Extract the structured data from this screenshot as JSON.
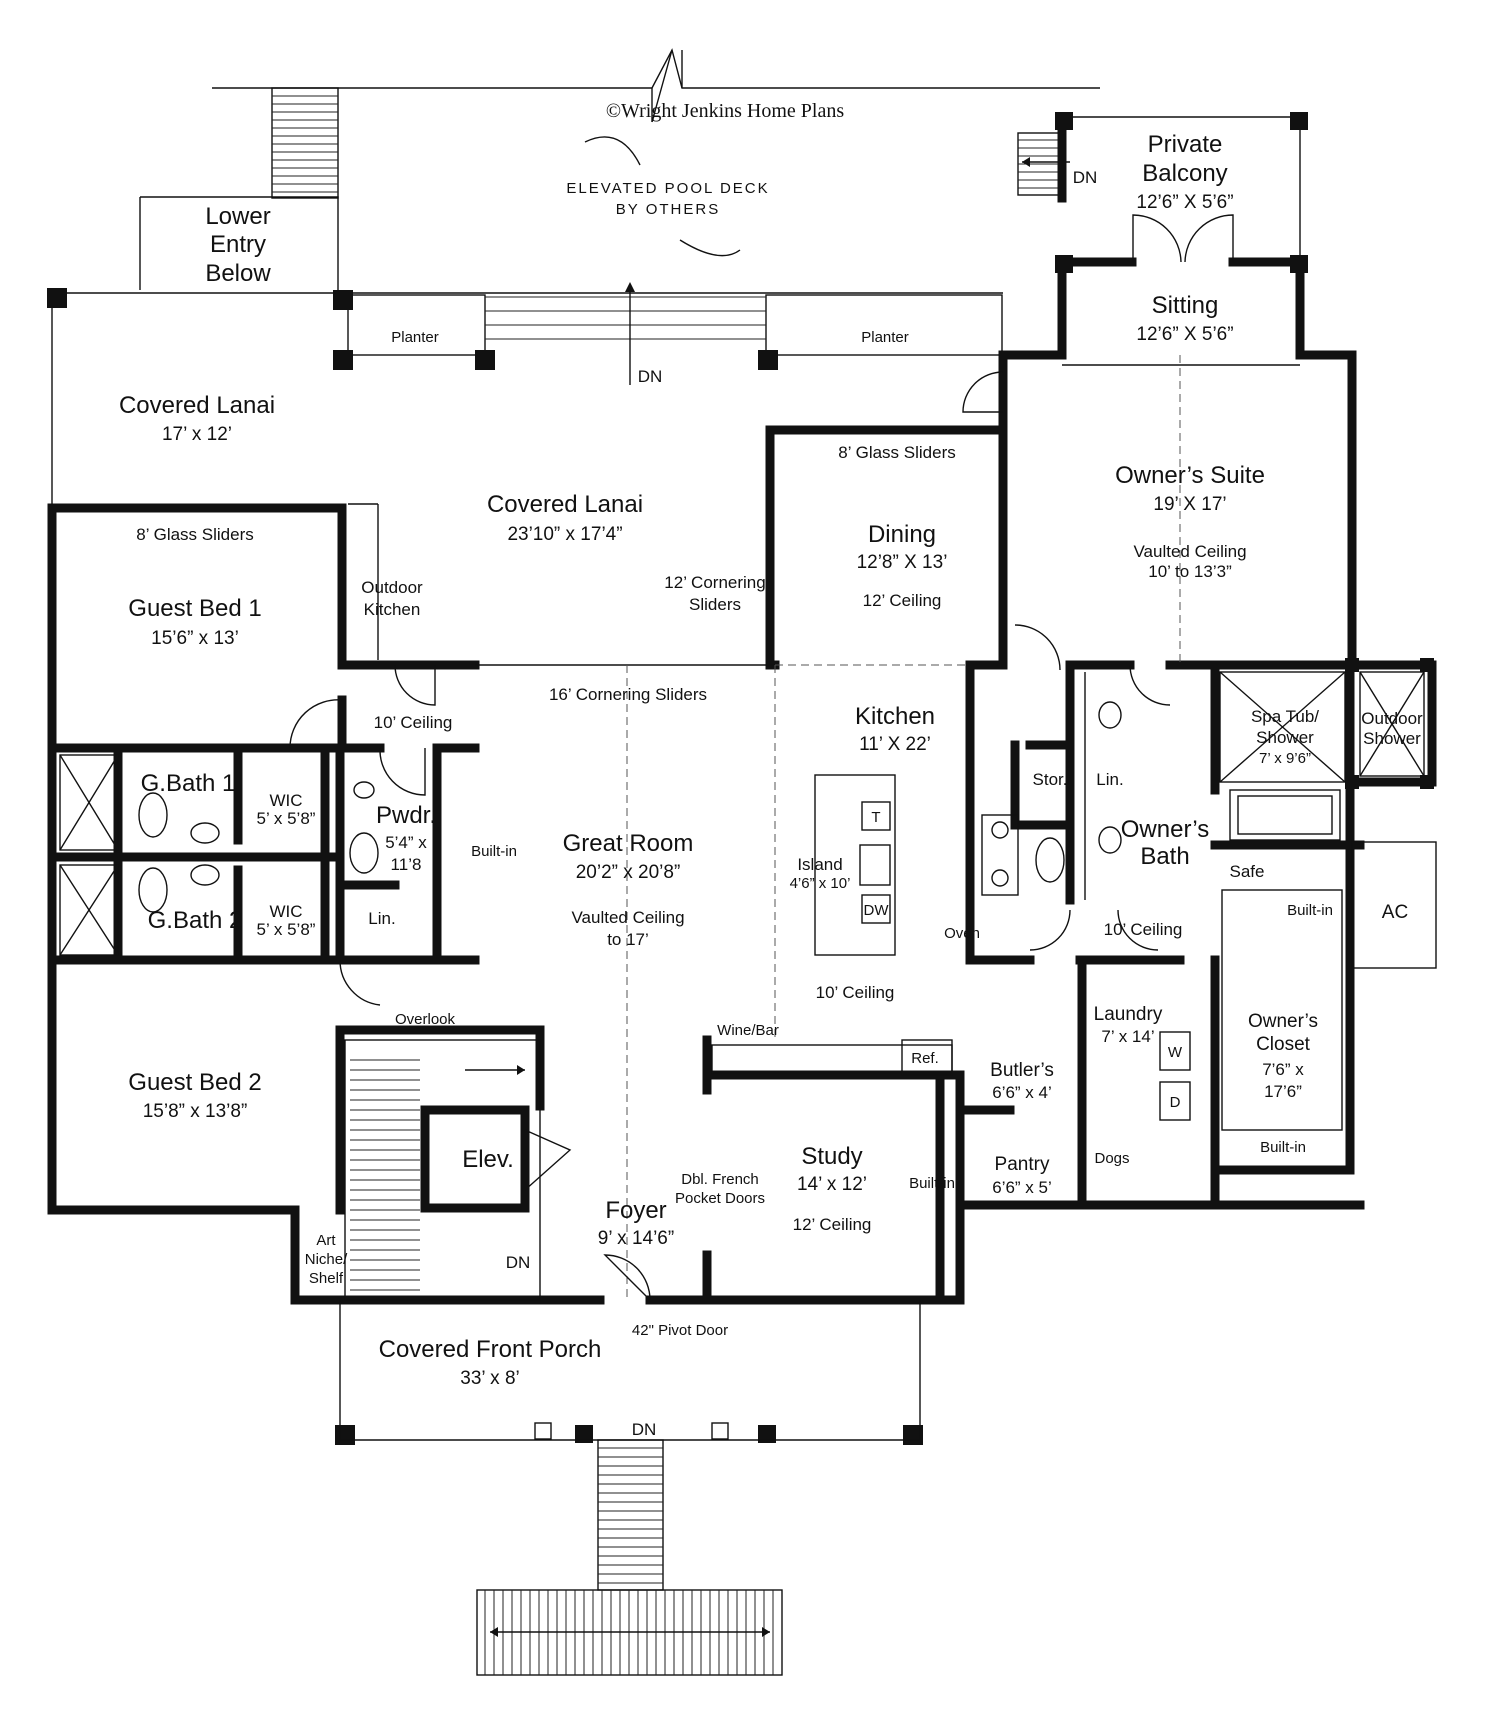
{
  "copyright": "©Wright Jenkins Home Plans",
  "exterior": {
    "pool_deck": [
      "ELEVATED POOL DECK",
      "BY OTHERS"
    ],
    "lower_entry": [
      "Lower",
      "Entry",
      "Below"
    ],
    "planter_left": "Planter",
    "planter_right": "Planter",
    "dn_rear": "DN",
    "dn_balcony": "DN",
    "dn_stair": "DN",
    "dn_porch": "DN",
    "pivot_door": "42\" Pivot Door",
    "ac": "AC"
  },
  "rooms": {
    "private_balcony": {
      "name": [
        "Private",
        "Balcony"
      ],
      "dims": "12’6” X 5’6”"
    },
    "sitting": {
      "name": "Sitting",
      "dims": "12’6” X 5’6”"
    },
    "covered_lanai_left": {
      "name": "Covered Lanai",
      "dims": "17’ x 12’"
    },
    "covered_lanai_main": {
      "name": "Covered Lanai",
      "dims": "23’10” x 17’4”"
    },
    "outdoor_kitchen": [
      "Outdoor",
      "Kitchen"
    ],
    "cornering_sliders_12": [
      "12’ Cornering",
      "Sliders"
    ],
    "dining": {
      "name": "Dining",
      "dims": "12’8” X 13’",
      "note": "12’ Ceiling",
      "sliders": "8’ Glass Sliders"
    },
    "owners_suite": {
      "name": "Owner’s Suite",
      "dims": "19’ X 17’",
      "note": [
        "Vaulted Ceiling",
        "10’ to 13’3”"
      ]
    },
    "guest_bed_1": {
      "name": "Guest Bed 1",
      "dims": "15’6” x 13’",
      "sliders": "8’ Glass Sliders"
    },
    "hall_ceiling": "10’ Ceiling",
    "cornering_sliders_16": "16’ Cornering Sliders",
    "kitchen": {
      "name": "Kitchen",
      "dims": "11’ X 22’"
    },
    "island": {
      "name": "Island",
      "dims": "4’6” x 10’",
      "trash": "T",
      "dw": "DW"
    },
    "kitchen_ceiling": "10’ Ceiling",
    "oven": "Oven",
    "wine_bar": "Wine/Bar",
    "ref": "Ref.",
    "stor": "Stor.",
    "lin_owner": "Lin.",
    "spa": [
      "Spa Tub/",
      "Shower",
      "7’ x 9’6”"
    ],
    "outdoor_shower": [
      "Outdoor",
      "Shower"
    ],
    "owners_bath": [
      "Owner’s",
      "Bath"
    ],
    "safe": "Safe",
    "builtin_closet_top": "Built-in",
    "owner_hall_ceiling": "10’ Ceiling",
    "g_bath_1": "G.Bath 1",
    "g_bath_2": "G.Bath 2",
    "wic_1": {
      "name": "WIC",
      "dims": "5’ x 5’8”"
    },
    "wic_2": {
      "name": "WIC",
      "dims": "5’ x 5’8”"
    },
    "pwdr": {
      "name": "Pwdr.",
      "dims": [
        "5’4” x",
        "11’8"
      ]
    },
    "lin_hall": "Lin.",
    "builtin_great": "Built-in",
    "great_room": {
      "name": "Great Room",
      "dims": "20’2” x 20’8”",
      "note": [
        "Vaulted Ceiling",
        "to 17’"
      ]
    },
    "laundry": {
      "name": "Laundry",
      "dims": "7’ x 14’",
      "w": "W",
      "d": "D",
      "dogs": "Dogs"
    },
    "owners_closet": {
      "name": [
        "Owner’s",
        "Closet"
      ],
      "dims": [
        "7’6” x",
        "17’6”"
      ],
      "builtin": "Built-in"
    },
    "butlers": {
      "name": "Butler’s",
      "dims": "6’6” x 4’"
    },
    "pantry": {
      "name": "Pantry",
      "dims": "6’6” x 5’"
    },
    "guest_bed_2": {
      "name": "Guest Bed 2",
      "dims": "15’8” x 13’8”"
    },
    "overlook": "Overlook",
    "elev": "Elev.",
    "foyer": {
      "name": "Foyer",
      "dims": "9’ x 14’6”"
    },
    "french_doors": [
      "Dbl. French",
      "Pocket Doors"
    ],
    "study": {
      "name": "Study",
      "dims": "14’ x 12’",
      "note": "12’ Ceiling",
      "builtin": "Built-in"
    },
    "art_niche": [
      "Art",
      "Niche/",
      "Shelf"
    ],
    "front_porch": {
      "name": "Covered Front Porch",
      "dims": "33’ x 8’"
    }
  }
}
